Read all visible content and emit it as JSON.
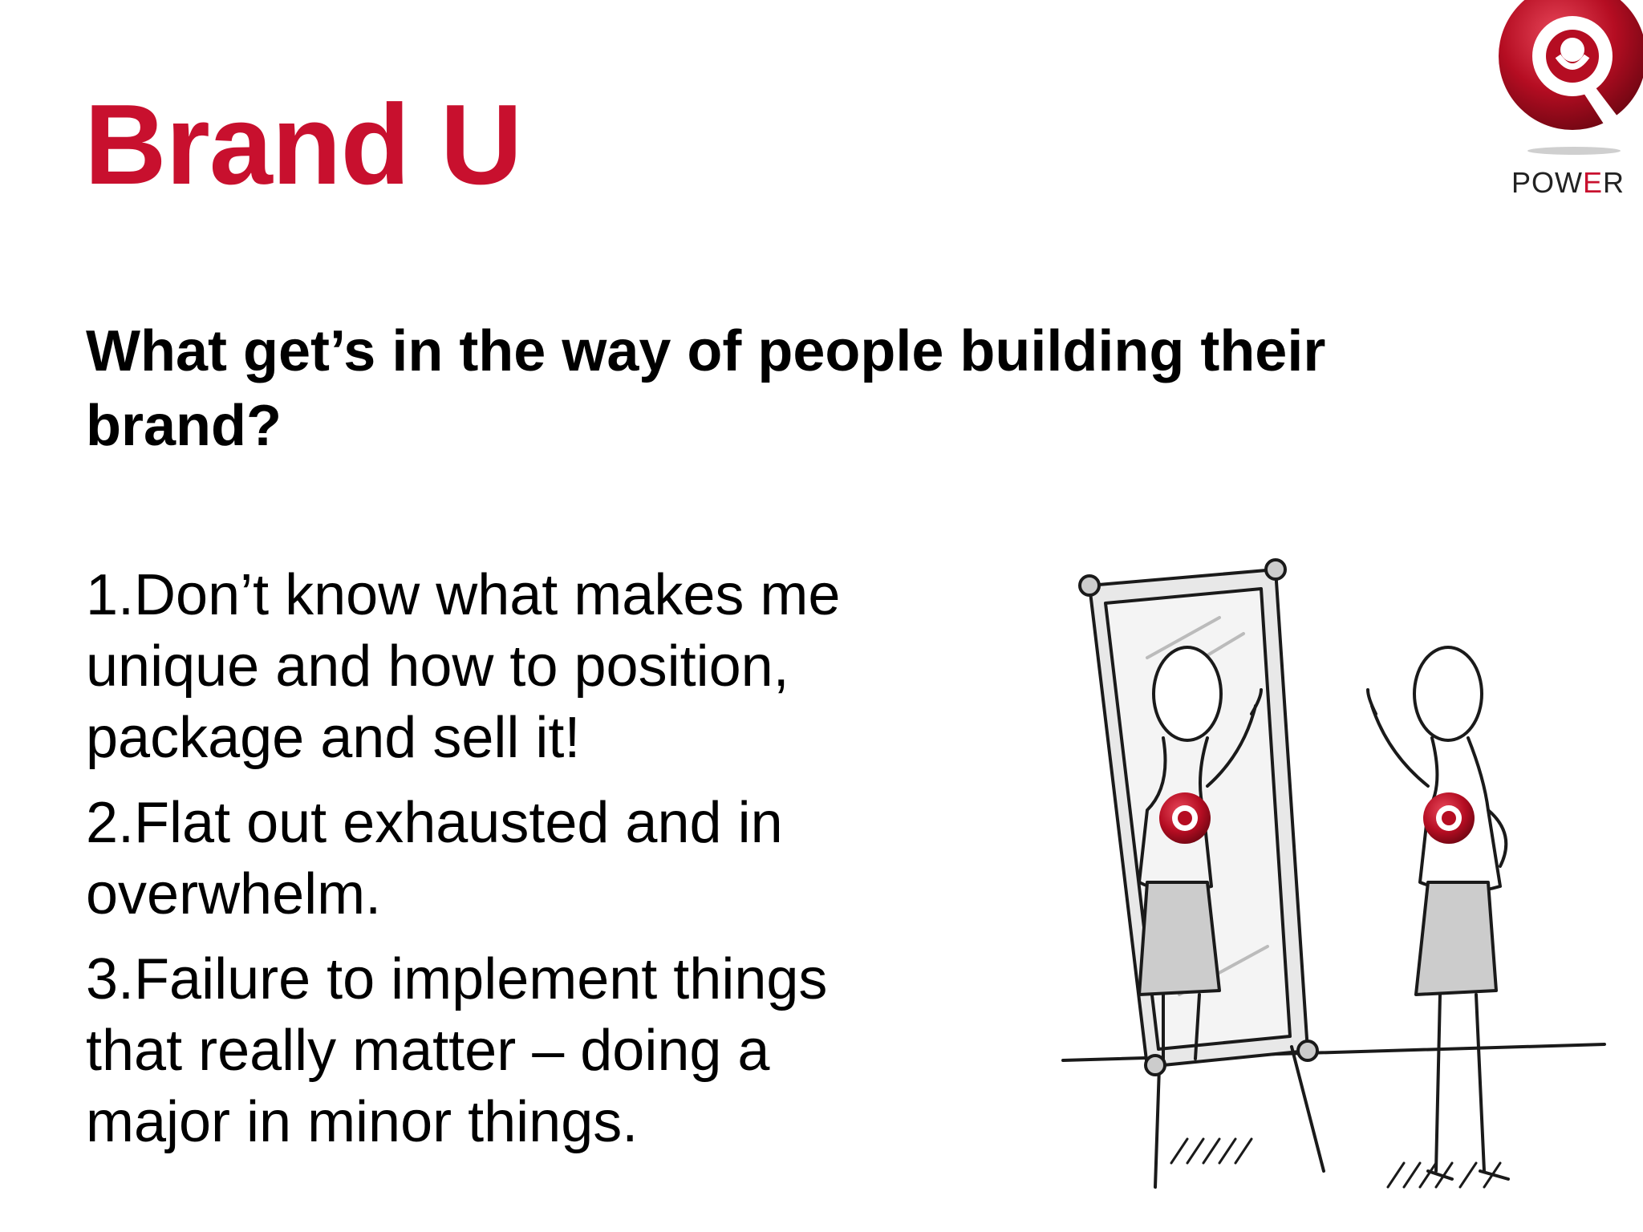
{
  "slide": {
    "title": "Brand U",
    "subtitle": "What get’s in the way of people building their brand?",
    "items": [
      "1.Don’t know what makes me unique and how to position, package and sell it!",
      "2.Flat out exhausted and in overwhelm.",
      "3.Failure to implement things that really matter – doing a major in minor things."
    ]
  },
  "logo": {
    "word_start": "POW",
    "word_accent": "E",
    "word_end": "R"
  },
  "colors": {
    "accent": "#c8102e",
    "text": "#000000",
    "illustration_gray": "#d9d9d9"
  },
  "icons": [
    "q-power-logo-icon",
    "mirror-woman-illustration"
  ]
}
